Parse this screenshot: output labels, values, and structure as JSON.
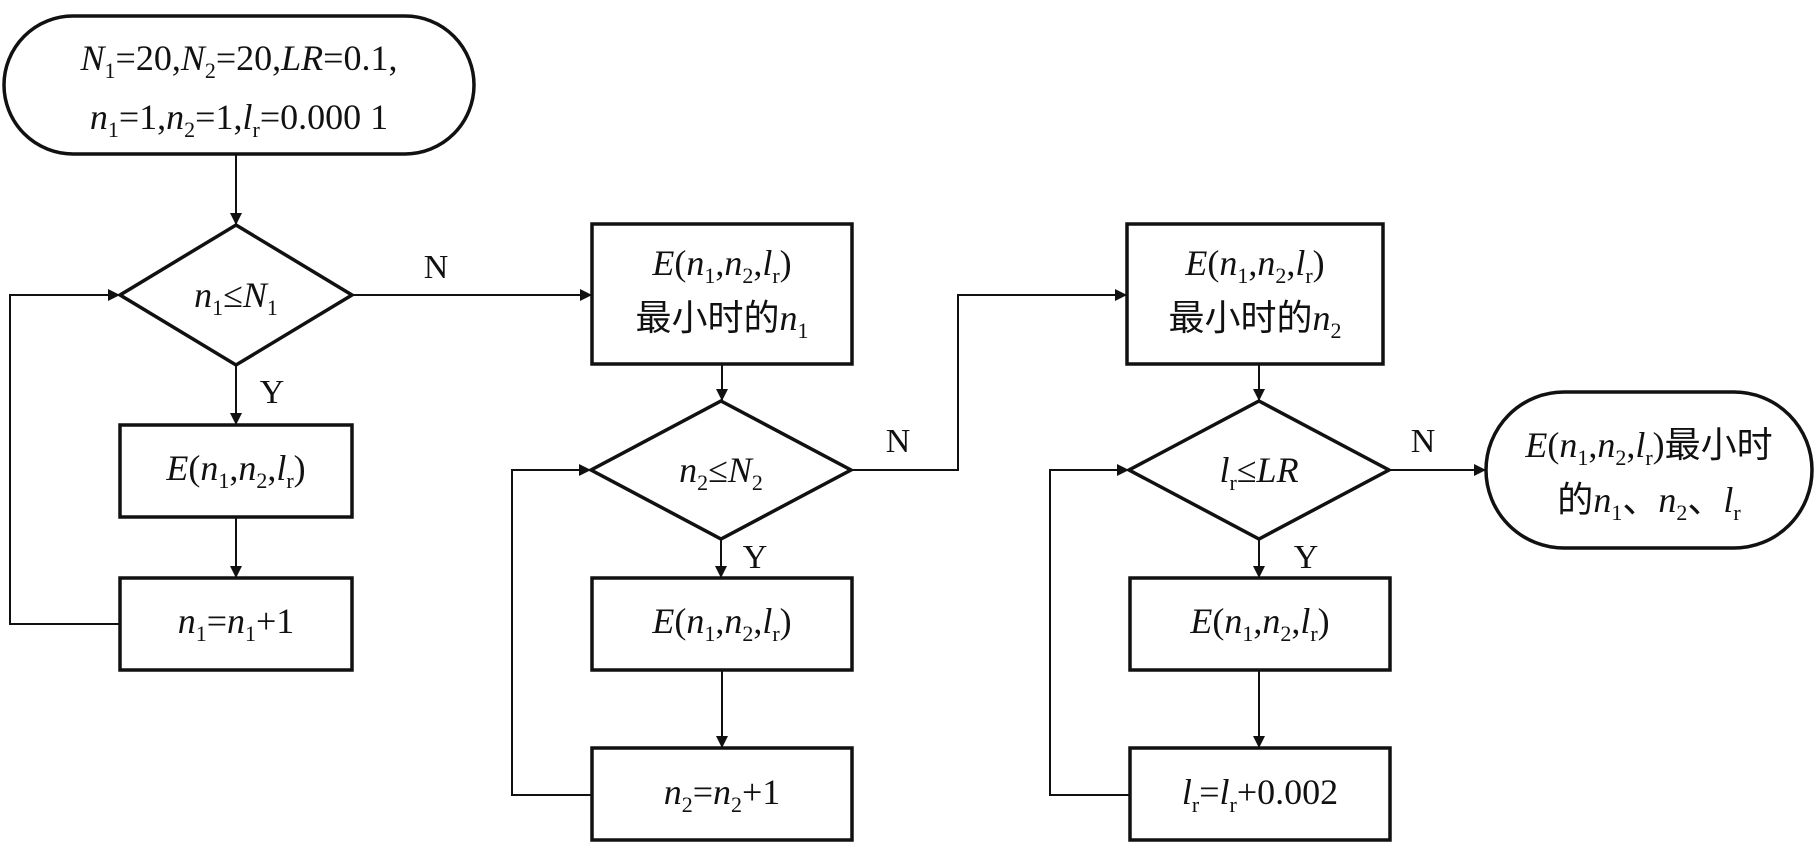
{
  "nodes": {
    "start": {
      "line1": [
        "N",
        "1",
        "=20,",
        "N",
        "2",
        "=20,",
        "LR",
        "=0.1,"
      ],
      "line2": [
        "n",
        "1",
        "=1,",
        "n",
        "2",
        "=1,",
        "l",
        "r",
        "=0.000 1"
      ]
    },
    "cond_n1": [
      "n",
      "1",
      "≤",
      "N",
      "1"
    ],
    "cond_n2": [
      "n",
      "2",
      "≤",
      "N",
      "2"
    ],
    "cond_lr": [
      "l",
      "r",
      "≤",
      "LR"
    ],
    "calc_e": [
      "E",
      "(",
      "n",
      "1",
      ",",
      "n",
      "2",
      ",",
      "l",
      "r",
      ")"
    ],
    "min_n1": {
      "line1": [
        "E",
        "(",
        "n",
        "1",
        ",",
        "n",
        "2",
        ",",
        "l",
        "r",
        ")"
      ],
      "line2": [
        "最小时的",
        "n",
        "1"
      ]
    },
    "min_n2": {
      "line1": [
        "E",
        "(",
        "n",
        "1",
        ",",
        "n",
        "2",
        ",",
        "l",
        "r",
        ")"
      ],
      "line2": [
        "最小时的",
        "n",
        "2"
      ]
    },
    "inc_n1": [
      "n",
      "1",
      "=",
      "n",
      "1",
      "+1"
    ],
    "inc_n2": [
      "n",
      "2",
      "=",
      "n",
      "2",
      "+1"
    ],
    "inc_lr": [
      "l",
      "r",
      "=",
      "l",
      "r",
      "+0.002"
    ],
    "end": {
      "line1": [
        "E",
        "(",
        "n",
        "1",
        ",",
        "n",
        "2",
        ",",
        "l",
        "r",
        ")",
        "最小时"
      ],
      "line2": [
        "的",
        "n",
        "1",
        "、",
        "n",
        "2",
        "、",
        "l",
        "r"
      ]
    }
  },
  "edge_labels": {
    "yes": "Y",
    "no": "N"
  },
  "colors": {
    "stroke": "#111111",
    "background": "#ffffff"
  }
}
